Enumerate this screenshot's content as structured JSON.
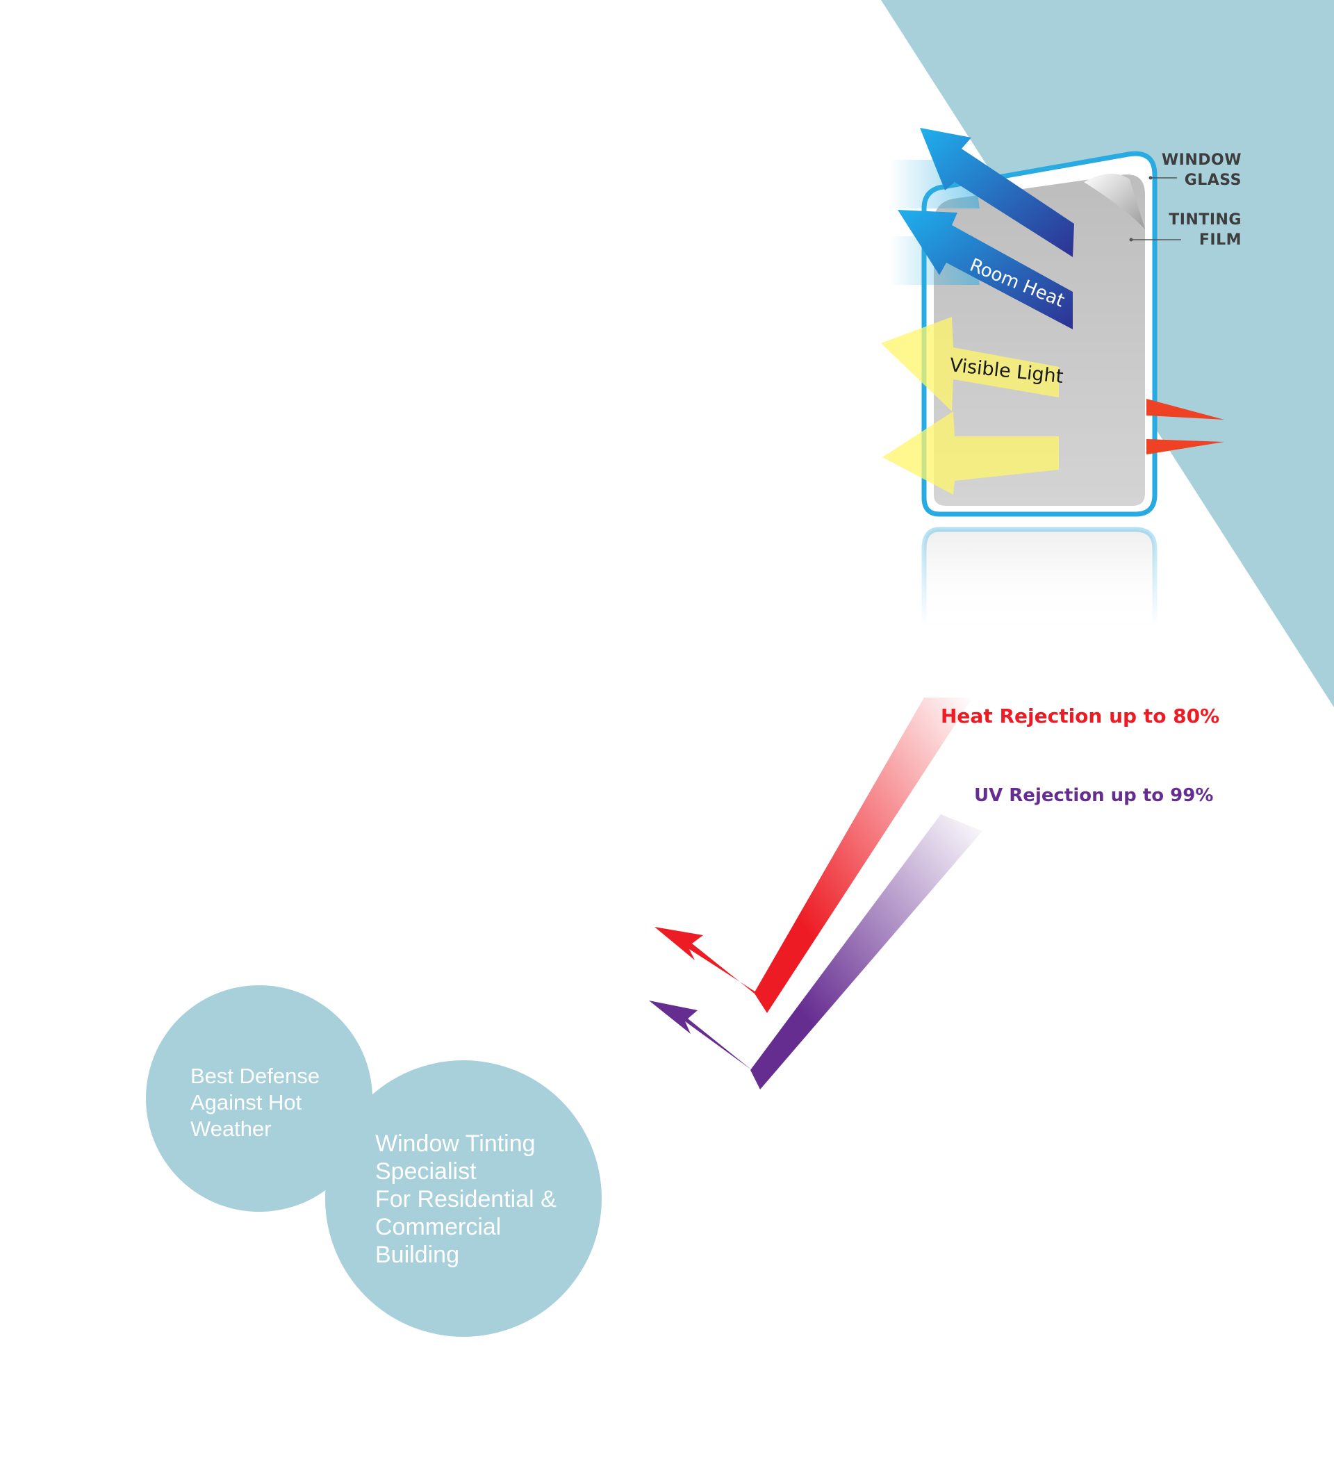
{
  "colors": {
    "teal": "#a7d0da",
    "frame_blue": "#29abe2",
    "film_gray": "#c7c7c7",
    "heat_blue_light": "#29abe2",
    "heat_blue_dark": "#2e3192",
    "light_yellow": "#fff56a",
    "red": "#ed1c24",
    "purple": "#662d91",
    "label_gray": "#3d3d3d"
  },
  "diagram": {
    "window_glass_label": "WINDOW\nGLASS",
    "tinting_film_label": "TINTING\nFILM",
    "room_heat_label": "Room Heat",
    "visible_light_label": "Visible Light"
  },
  "rejections": {
    "heat": "Heat Rejection up to 80%",
    "uv": "UV Rejection up to 99%"
  },
  "circles": {
    "small_text": "Best Defense\nAgainst Hot\nWeather",
    "large_text": "Window Tinting\nSpecialist\nFor Residential &\nCommercial\nBuilding"
  }
}
